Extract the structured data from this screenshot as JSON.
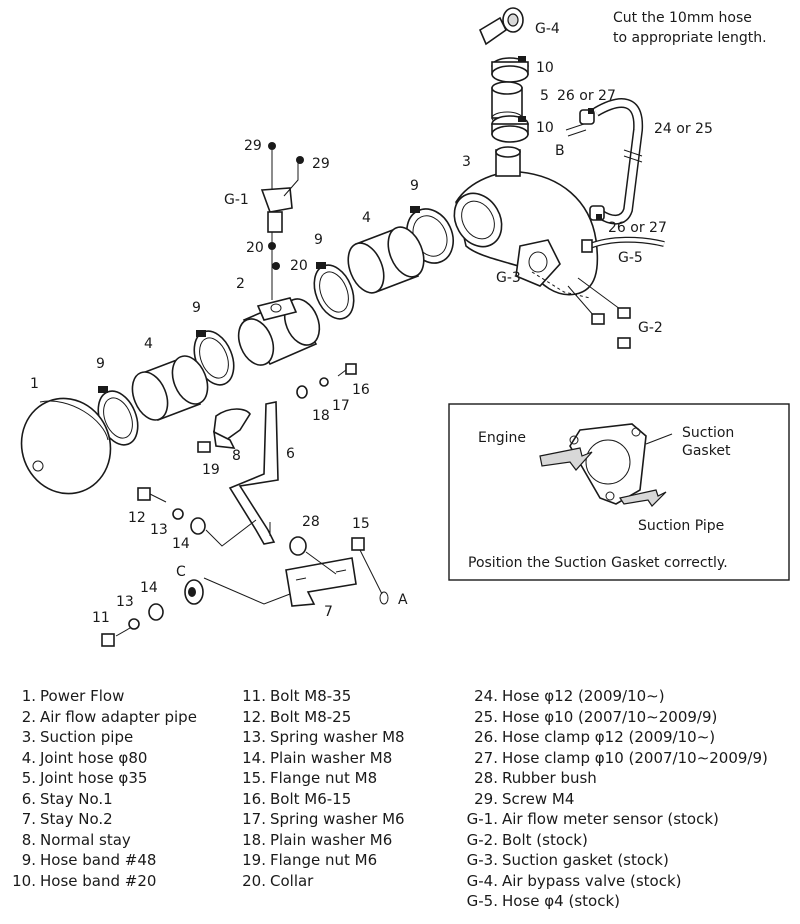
{
  "note": {
    "line1": "Cut the 10mm hose",
    "line2": "to appropriate length."
  },
  "inset": {
    "engine_label": "Engine",
    "gasket_label_1": "Suction",
    "gasket_label_2": "Gasket",
    "pipe_label": "Suction Pipe",
    "caption": "Position the Suction Gasket correctly."
  },
  "callouts": {
    "c1": "1",
    "c2": "2",
    "c3": "3",
    "c4a": "4",
    "c4b": "4",
    "c5": "5",
    "c6": "6",
    "c7": "7",
    "c8": "8",
    "c9a": "9",
    "c9b": "9",
    "c9c": "9",
    "c9d": "9",
    "c10a": "10",
    "c10b": "10",
    "c11": "11",
    "c12": "12",
    "c13a": "13",
    "c13b": "13",
    "c14a": "14",
    "c14b": "14",
    "c15": "15",
    "c16": "16",
    "c17": "17",
    "c18": "18",
    "c19": "19",
    "c20a": "20",
    "c20b": "20",
    "c24": "24 or 25",
    "c26a": "26 or 27",
    "c26b": "26 or 27",
    "c28": "28",
    "c29a": "29",
    "c29b": "29",
    "g1": "G-1",
    "g2": "G-2",
    "g3": "G-3",
    "g4": "G-4",
    "g5": "G-5",
    "a": "A",
    "b": "B",
    "c": "C"
  },
  "parts_list": {
    "col1": [
      {
        "num": "1.",
        "name": "Power Flow"
      },
      {
        "num": "2.",
        "name": "Air flow adapter pipe"
      },
      {
        "num": "3.",
        "name": "Suction pipe"
      },
      {
        "num": "4.",
        "name": "Joint hose  φ80"
      },
      {
        "num": "5.",
        "name": "Joint hose  φ35"
      },
      {
        "num": "6.",
        "name": "Stay No.1"
      },
      {
        "num": "7.",
        "name": "Stay No.2"
      },
      {
        "num": "8.",
        "name": "Normal stay"
      },
      {
        "num": "9.",
        "name": "Hose band  #48"
      },
      {
        "num": "10.",
        "name": "Hose band  #20"
      }
    ],
    "col2": [
      {
        "num": "11.",
        "name": "Bolt  M8-35"
      },
      {
        "num": "12.",
        "name": "Bolt  M8-25"
      },
      {
        "num": "13.",
        "name": "Spring washer  M8"
      },
      {
        "num": "14.",
        "name": "Plain washer  M8"
      },
      {
        "num": "15.",
        "name": "Flange nut  M8"
      },
      {
        "num": "16.",
        "name": "Bolt  M6-15"
      },
      {
        "num": "17.",
        "name": "Spring washer  M6"
      },
      {
        "num": "18.",
        "name": "Plain washer  M6"
      },
      {
        "num": "19.",
        "name": "Flange nut  M6"
      },
      {
        "num": "20.",
        "name": "Collar"
      }
    ],
    "col3": [
      {
        "num": "24.",
        "name": "Hose  φ12 (2009/10∼)"
      },
      {
        "num": "25.",
        "name": "Hose φ10 (2007/10∼2009/9)"
      },
      {
        "num": "26.",
        "name": "Hose clamp  φ12 (2009/10∼)"
      },
      {
        "num": "27.",
        "name": "Hose clamp  φ10 (2007/10∼2009/9)"
      },
      {
        "num": "28.",
        "name": "Rubber bush"
      },
      {
        "num": "29.",
        "name": "Screw  M4"
      },
      {
        "num": "G-1.",
        "name": "Air flow meter sensor (stock)"
      },
      {
        "num": "G-2.",
        "name": "Bolt (stock)"
      },
      {
        "num": "G-3.",
        "name": "Suction gasket (stock)"
      },
      {
        "num": "G-4.",
        "name": "Air bypass valve (stock)"
      },
      {
        "num": "G-5.",
        "name": "Hose φ4 (stock)"
      }
    ]
  }
}
